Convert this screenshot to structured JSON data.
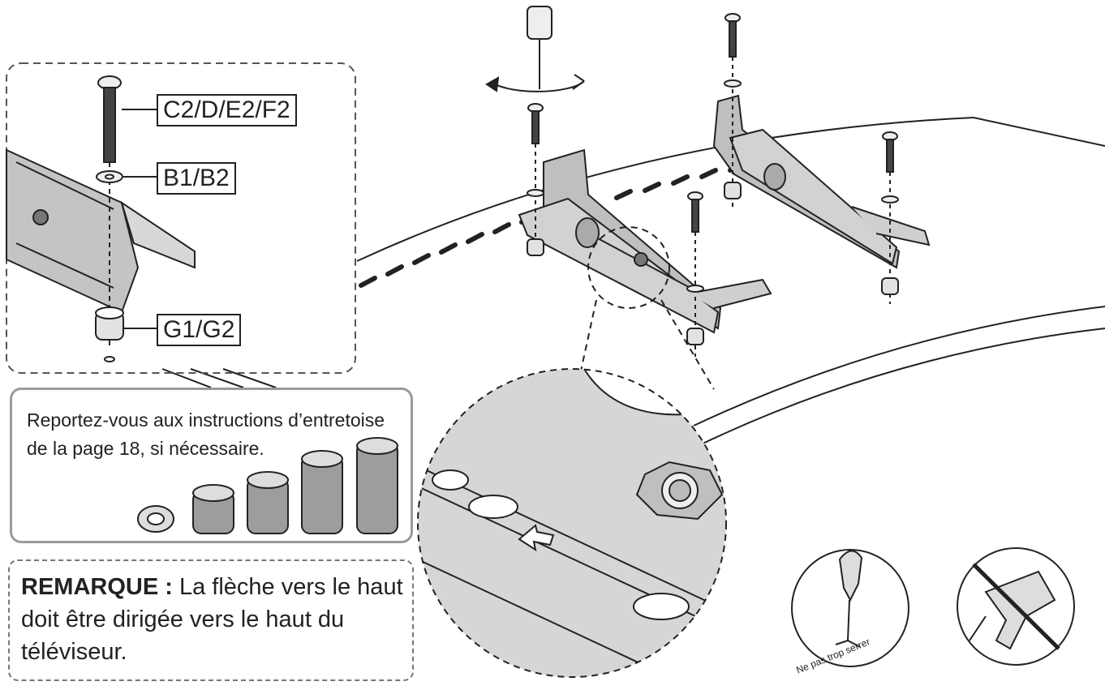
{
  "labels": {
    "screw": "C2/D/E2/F2",
    "washer": "B1/B2",
    "spacer": "G1/G2"
  },
  "spacer_note": "Reportez-vous aux instructions d’entretoise de la page 18, si nécessaire.",
  "note": {
    "prefix": "REMARQUE :",
    "body": "La flèche vers le haut doit être dirigée vers le haut du téléviseur."
  },
  "tighten_warning": "Ne pas trop serrer",
  "icons": [
    "screwdriver-rotate-icon",
    "hand-screwdriver-icon",
    "no-power-drill-icon",
    "up-arrow-icon"
  ],
  "colors": {
    "line": "#222222",
    "part_fill": "#b8b8b8",
    "zoom_fill": "#d6d6d6",
    "box_border": "#9a9a9a"
  }
}
